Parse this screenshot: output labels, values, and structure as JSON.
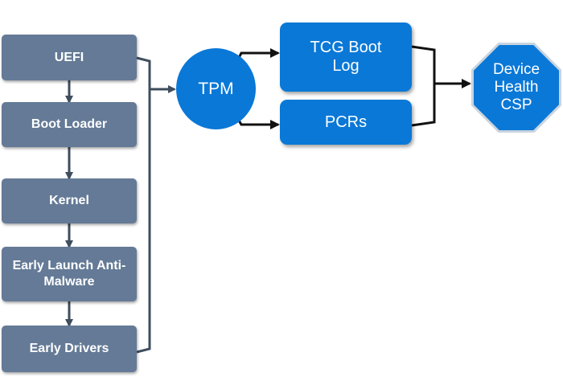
{
  "boot_stack": [
    {
      "label": "UEFI"
    },
    {
      "label": "Boot Loader"
    },
    {
      "label": "Kernel"
    },
    {
      "label": "Early Launch Anti-Malware"
    },
    {
      "label": "Early Drivers"
    }
  ],
  "tpm": {
    "label": "TPM"
  },
  "tcg_boot_log": {
    "label": "TCG Boot Log"
  },
  "pcrs": {
    "label": "PCRs"
  },
  "device_health_csp": {
    "label": "Device Health CSP"
  },
  "colors": {
    "stack_box": "#647a96",
    "blue_node": "#0a78d7",
    "connector": "#3f4d5e",
    "connector_dark": "#111111",
    "octagon_ring": "#c9d4df"
  }
}
